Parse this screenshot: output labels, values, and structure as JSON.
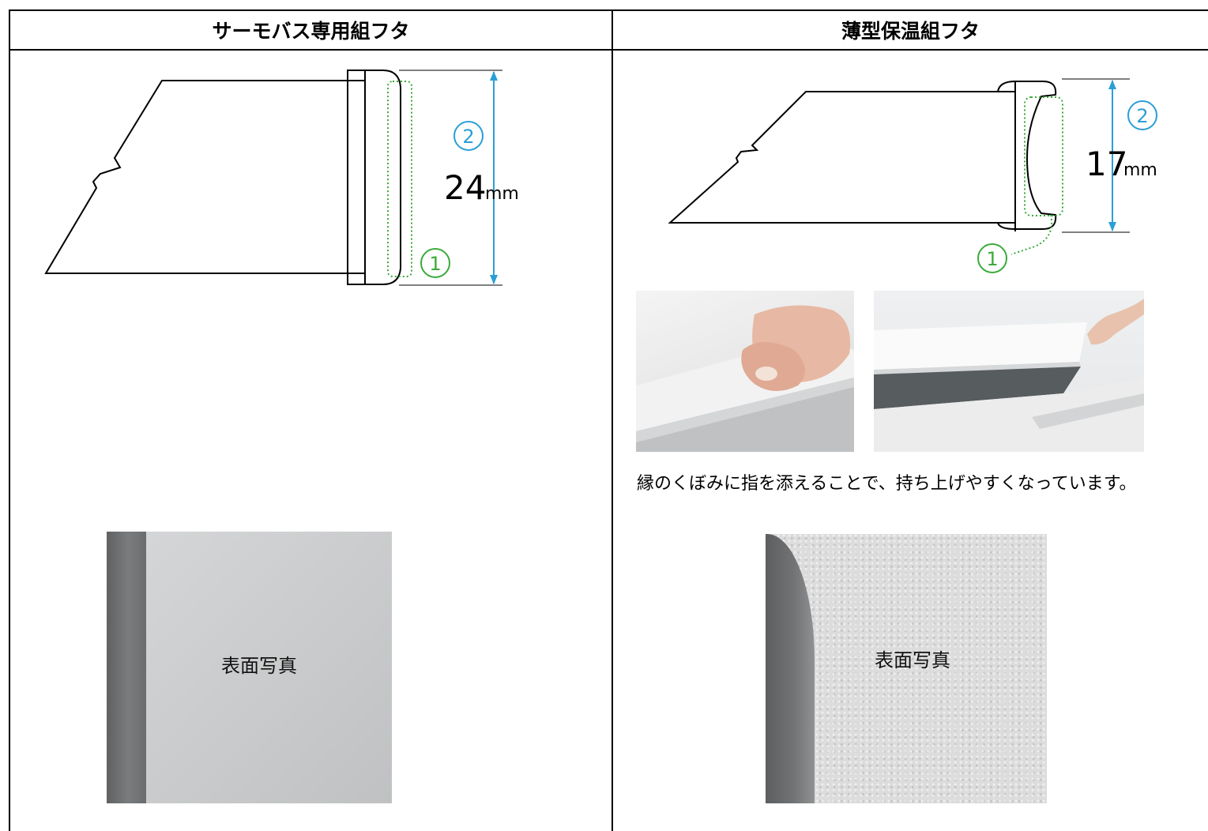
{
  "columns": [
    {
      "header": "サーモバス専用組フタ",
      "dimension": {
        "marker_top": "②",
        "value": "24",
        "unit": "mm",
        "marker_bottom": "①"
      },
      "surface_label": "表面写真"
    },
    {
      "header": "薄型保温組フタ",
      "dimension": {
        "marker_top": "②",
        "value": "17",
        "unit": "mm",
        "marker_bottom": "①"
      },
      "caption": "縁のくぼみに指を添えることで、持ち上げやすくなっています。",
      "surface_label": "表面写真"
    }
  ],
  "colors": {
    "dimension_blue": "#2a9fd6",
    "marker_green": "#3aaa3a",
    "grip_gray": "#6e7072"
  }
}
